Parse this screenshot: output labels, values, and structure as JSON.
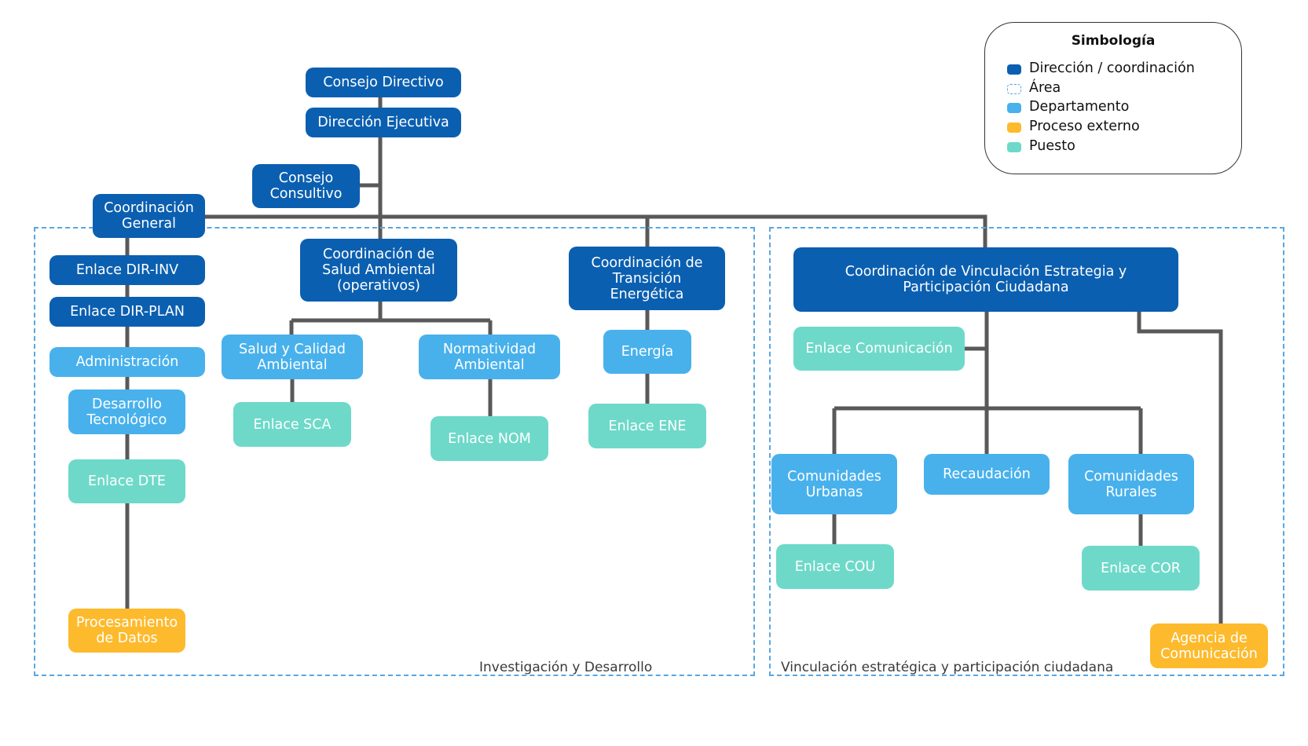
{
  "legend": {
    "title": "Simbología",
    "items": [
      {
        "label": "Dirección / coordinación",
        "color": "#0b5fb0",
        "style": "solid"
      },
      {
        "label": "Área",
        "color": "#5aa6e0",
        "style": "dashed"
      },
      {
        "label": "Departamento",
        "color": "#48b1ec",
        "style": "solid"
      },
      {
        "label": "Proceso externo",
        "color": "#fdba2c",
        "style": "solid"
      },
      {
        "label": "Puesto",
        "color": "#6ed9c9",
        "style": "solid"
      }
    ]
  },
  "areas": {
    "research": "Investigación y Desarrollo",
    "outreach": "Vinculación estratégica y participación ciudadana"
  },
  "nodes": {
    "consejo_directivo": "Consejo Directivo",
    "direccion_ejecutiva": "Dirección Ejecutiva",
    "consejo_consultivo": "Consejo\nConsultivo",
    "coordinacion_general": "Coordinación\nGeneral",
    "enlace_dir_inv": "Enlace DIR-INV",
    "enlace_dir_plan": "Enlace DIR-PLAN",
    "administracion": "Administración",
    "desarrollo_tecnologico": "Desarrollo\nTecnológico",
    "enlace_dte": "Enlace DTE",
    "procesamiento_datos": "Procesamiento\nde Datos",
    "coord_salud_ambiental": "Coordinación de\nSalud Ambiental\n(operativos)",
    "salud_calidad_ambiental": "Salud y Calidad\nAmbiental",
    "normatividad_ambiental": "Normatividad\nAmbiental",
    "enlace_sca": "Enlace SCA",
    "enlace_nom": "Enlace NOM",
    "coord_transicion_energetica": "Coordinación de\nTransición\nEnergética",
    "energia": "Energía",
    "enlace_ene": "Enlace ENE",
    "coord_vinculacion": "Coordinación de Vinculación Estrategia y\nParticipación Ciudadana",
    "enlace_comunicacion": "Enlace Comunicación",
    "comunidades_urbanas": "Comunidades\nUrbanas",
    "recaudacion": "Recaudación",
    "comunidades_rurales": "Comunidades\nRurales",
    "enlace_cou": "Enlace COU",
    "enlace_cor": "Enlace COR",
    "agencia_comunicacion": "Agencia de\nComunicación"
  }
}
